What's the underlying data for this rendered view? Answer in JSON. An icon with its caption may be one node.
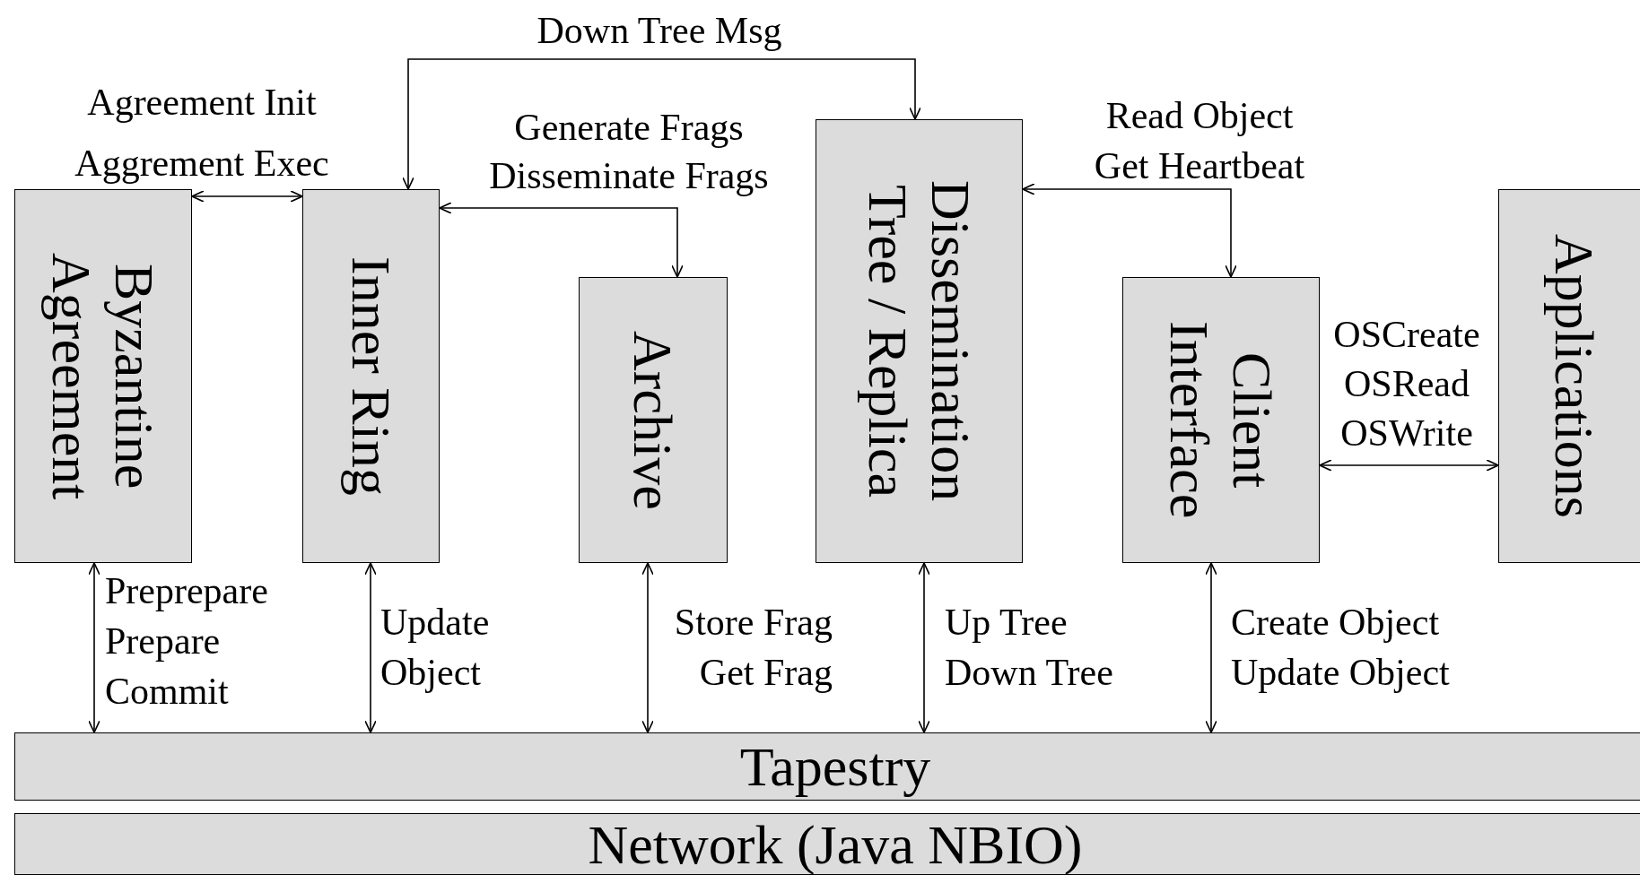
{
  "diagram": {
    "nodes": [
      {
        "text": [
          "Byzantine Agreement"
        ]
      },
      {
        "text": [
          "Inner Ring"
        ]
      },
      {
        "text": [
          "Archive"
        ]
      },
      {
        "text": [
          "Dissemination Tree / Replica"
        ]
      },
      {
        "text": [
          "Client Interface"
        ]
      },
      {
        "text": [
          "Applications"
        ]
      },
      {
        "text": [
          "Tapestry"
        ]
      },
      {
        "text": [
          "Network (Java NBIO)"
        ]
      }
    ],
    "edges": [
      {
        "from": 0,
        "to": 1,
        "arrow": "both",
        "label": "Agreement Init Aggrement Exec"
      },
      {
        "from": 1,
        "to": 3,
        "arrow": "both",
        "label": "Down Tree Msg"
      },
      {
        "from": 1,
        "to": 2,
        "arrow": "both",
        "label": "Generate Frags Disseminate Frags"
      },
      {
        "from": 3,
        "to": 4,
        "arrow": "both",
        "label": "Read Object Get Heartbeat"
      },
      {
        "from": 4,
        "to": 5,
        "arrow": "both",
        "label": "OSCreate OSRead OSWrite"
      },
      {
        "from": 0,
        "to": 6,
        "arrow": "both",
        "label": "Preprepare Prepare Commit"
      },
      {
        "from": 1,
        "to": 6,
        "arrow": "both",
        "label": "Update Object"
      },
      {
        "from": 2,
        "to": 6,
        "arrow": "both",
        "label": "Store Frag Get Frag"
      },
      {
        "from": 3,
        "to": 6,
        "arrow": "both",
        "label": "Up Tree Down Tree"
      },
      {
        "from": 4,
        "to": 6,
        "arrow": "both",
        "label": "Create Object Update Object"
      }
    ]
  }
}
